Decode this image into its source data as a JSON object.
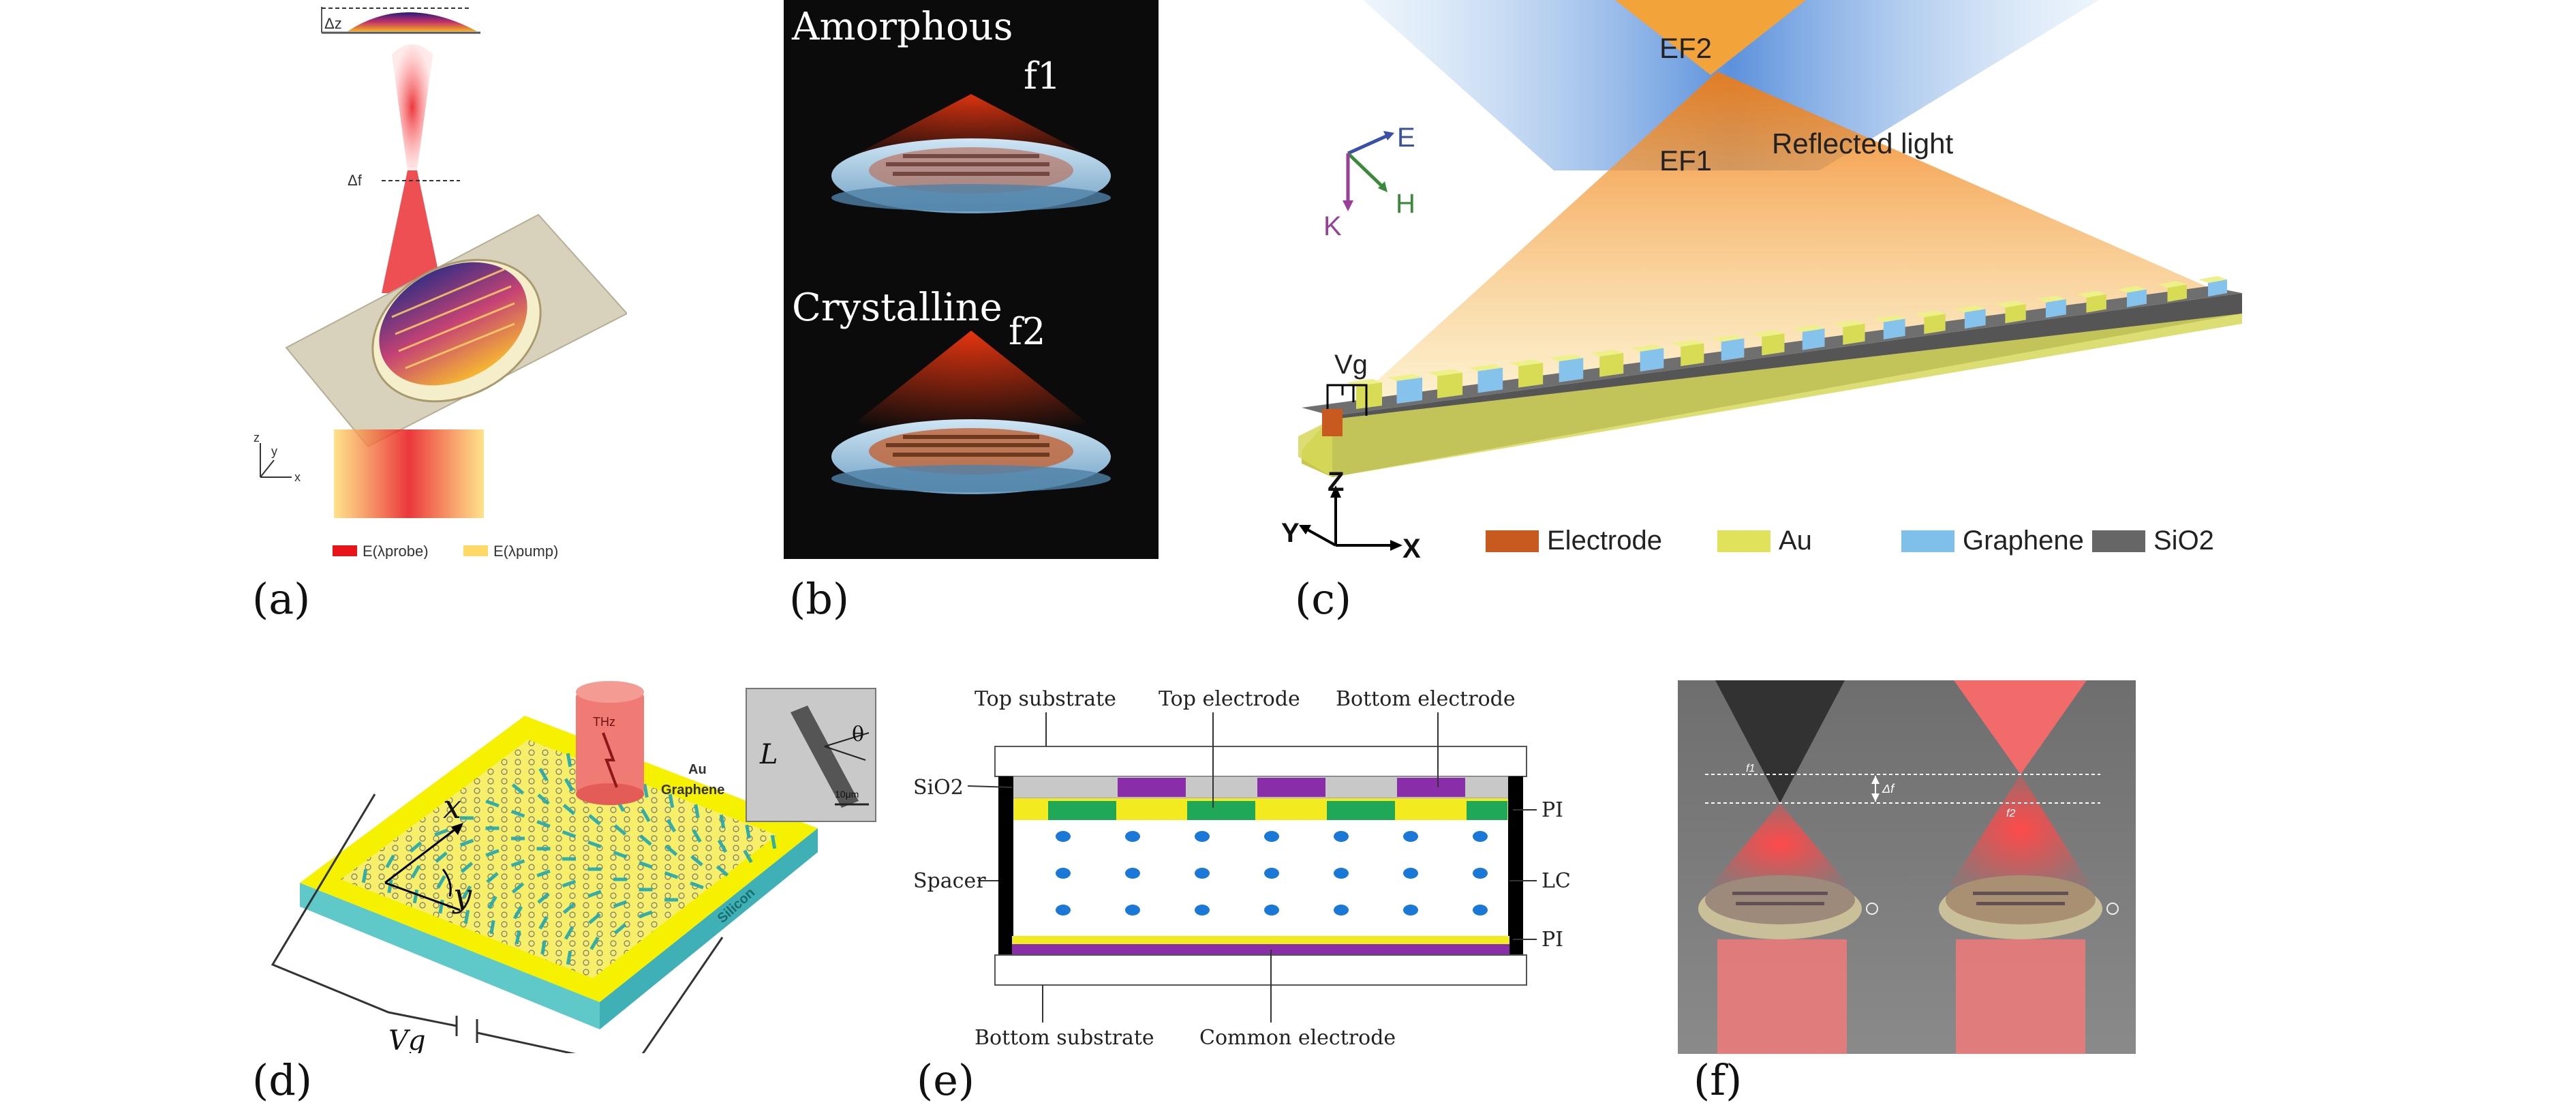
{
  "panel_a": {
    "delta_z": "Δz",
    "delta_f": "Δf",
    "axis_z": "z",
    "axis_y": "y",
    "axis_x": "x",
    "legend_probe": "E(λprobe)",
    "legend_pump": "E(λpump)",
    "caption": "(a)"
  },
  "panel_b": {
    "top_label": "Amorphous",
    "top_focus": "f1",
    "bottom_label": "Crystalline",
    "bottom_focus": "f2",
    "caption": "(b)"
  },
  "panel_c": {
    "ef2": "EF2",
    "ef1": "EF1",
    "reflected": "Reflected light",
    "vec_e": "E",
    "vec_h": "H",
    "vec_k": "K",
    "vg": "Vg",
    "axis_z": "Z",
    "axis_y": "Y",
    "axis_x": "X",
    "legend": [
      "Electrode",
      "Au",
      "Graphene",
      "SiO2"
    ],
    "legend_colors": [
      "#c95a1f",
      "#dfe25a",
      "#7ec0ea",
      "#666666"
    ],
    "caption": "(c)"
  },
  "panel_d": {
    "thz": "THz",
    "au": "Au",
    "graphene": "Graphene",
    "silicon": "Silicon",
    "inset_l": "L",
    "inset_theta": "θ",
    "inset_scale": "10μm",
    "axis_x": "x",
    "axis_y": "y",
    "vg": "Vg",
    "caption": "(d)"
  },
  "panel_e": {
    "top_substrate": "Top substrate",
    "top_electrode": "Top electrode",
    "bottom_electrode": "Bottom electrode",
    "sio2": "SiO2",
    "pi_top": "PI",
    "spacer": "Spacer",
    "lc": "LC",
    "pi_bottom": "PI",
    "bottom_substrate": "Bottom substrate",
    "common_electrode": "Common electrode",
    "caption": "(e)"
  },
  "panel_f": {
    "f1": "f1",
    "f2": "f2",
    "delta_f": "Δf",
    "caption": "(f)"
  }
}
